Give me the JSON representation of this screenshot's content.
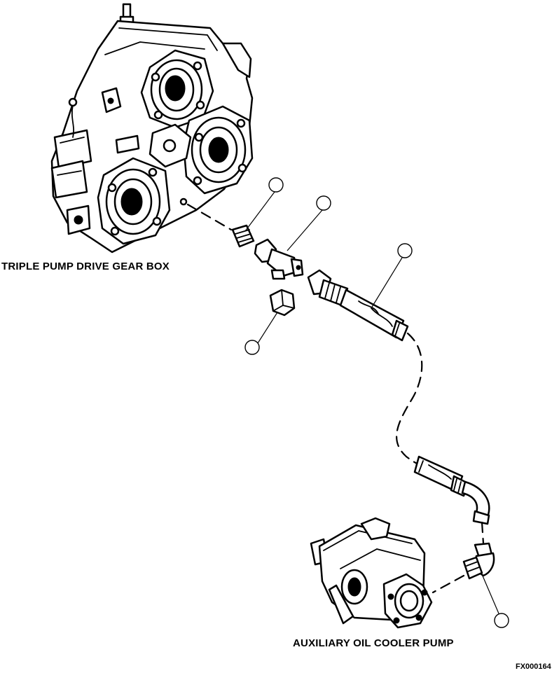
{
  "labels": {
    "gearbox": "TRIPLE PUMP DRIVE GEAR BOX",
    "pump": "AUXILIARY OIL COOLER PUMP",
    "figure_id": "FX000164"
  },
  "callouts": [
    "",
    "",
    "",
    "",
    ""
  ],
  "colors": {
    "ink": "#000000",
    "paper": "#ffffff"
  }
}
